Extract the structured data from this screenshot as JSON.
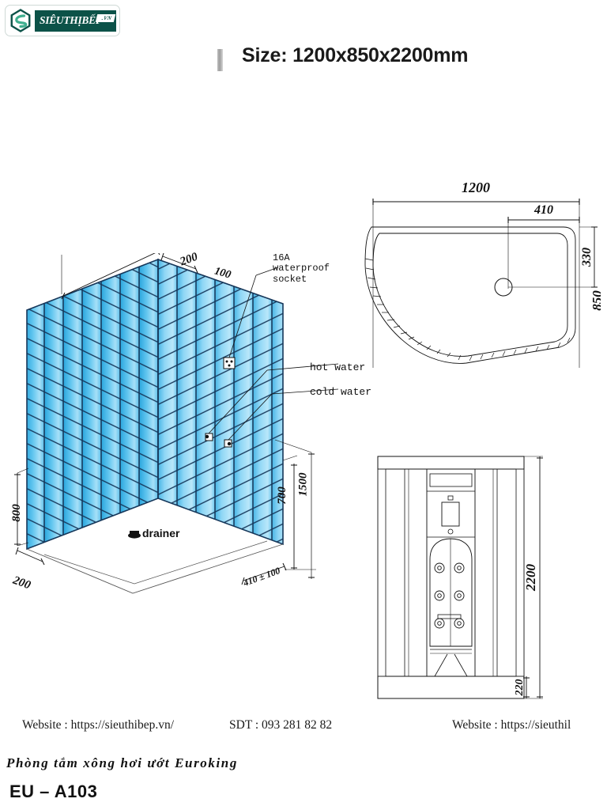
{
  "brand": {
    "logo_text": "SIÊUTHỊBẾP",
    "logo_badge": ".VN",
    "logo_color": "#0c5248"
  },
  "header": {
    "size_label": "Size: 1200x850x2200mm"
  },
  "diagrams": {
    "tray_plan": {
      "name": "shower-tray-plan-view",
      "dims": {
        "width": "1200",
        "drain_offset_x": "410",
        "drain_offset_y": "330",
        "depth": "850"
      }
    },
    "isometric": {
      "name": "tiled-corner-wall-isometric",
      "labels": {
        "socket": "16A\nwaterproof\nsocket",
        "socket_line1": "16A",
        "socket_line2": "waterproof",
        "socket_line3": "socket",
        "hot_water": "hot water",
        "cold_water": "cold water",
        "drainer": "drainer"
      },
      "dims": {
        "top_depth": "200",
        "top_offset": "100",
        "left_height": "800",
        "left_depth": "200",
        "right_height_total": "1500",
        "right_height_mid": "700",
        "floor_offset": "410 ± 100"
      },
      "tile_colors": {
        "light": "#9fdcf7",
        "mid": "#55bdea",
        "dark": "#2aa4dd",
        "grout": "#1b3a5c"
      }
    },
    "elevation": {
      "name": "shower-cabin-front-elevation",
      "dims": {
        "total_height": "2200",
        "base_height": "220"
      }
    }
  },
  "footer": {
    "website_left": "Website : https://sieuthibep.vn/",
    "phone_left": "SDT : 093 281 82 82",
    "website_right": "Website : https://sieuthil"
  },
  "product": {
    "name": "Phòng tắm xông hơi ướt Euroking",
    "code": "EU – A103"
  }
}
